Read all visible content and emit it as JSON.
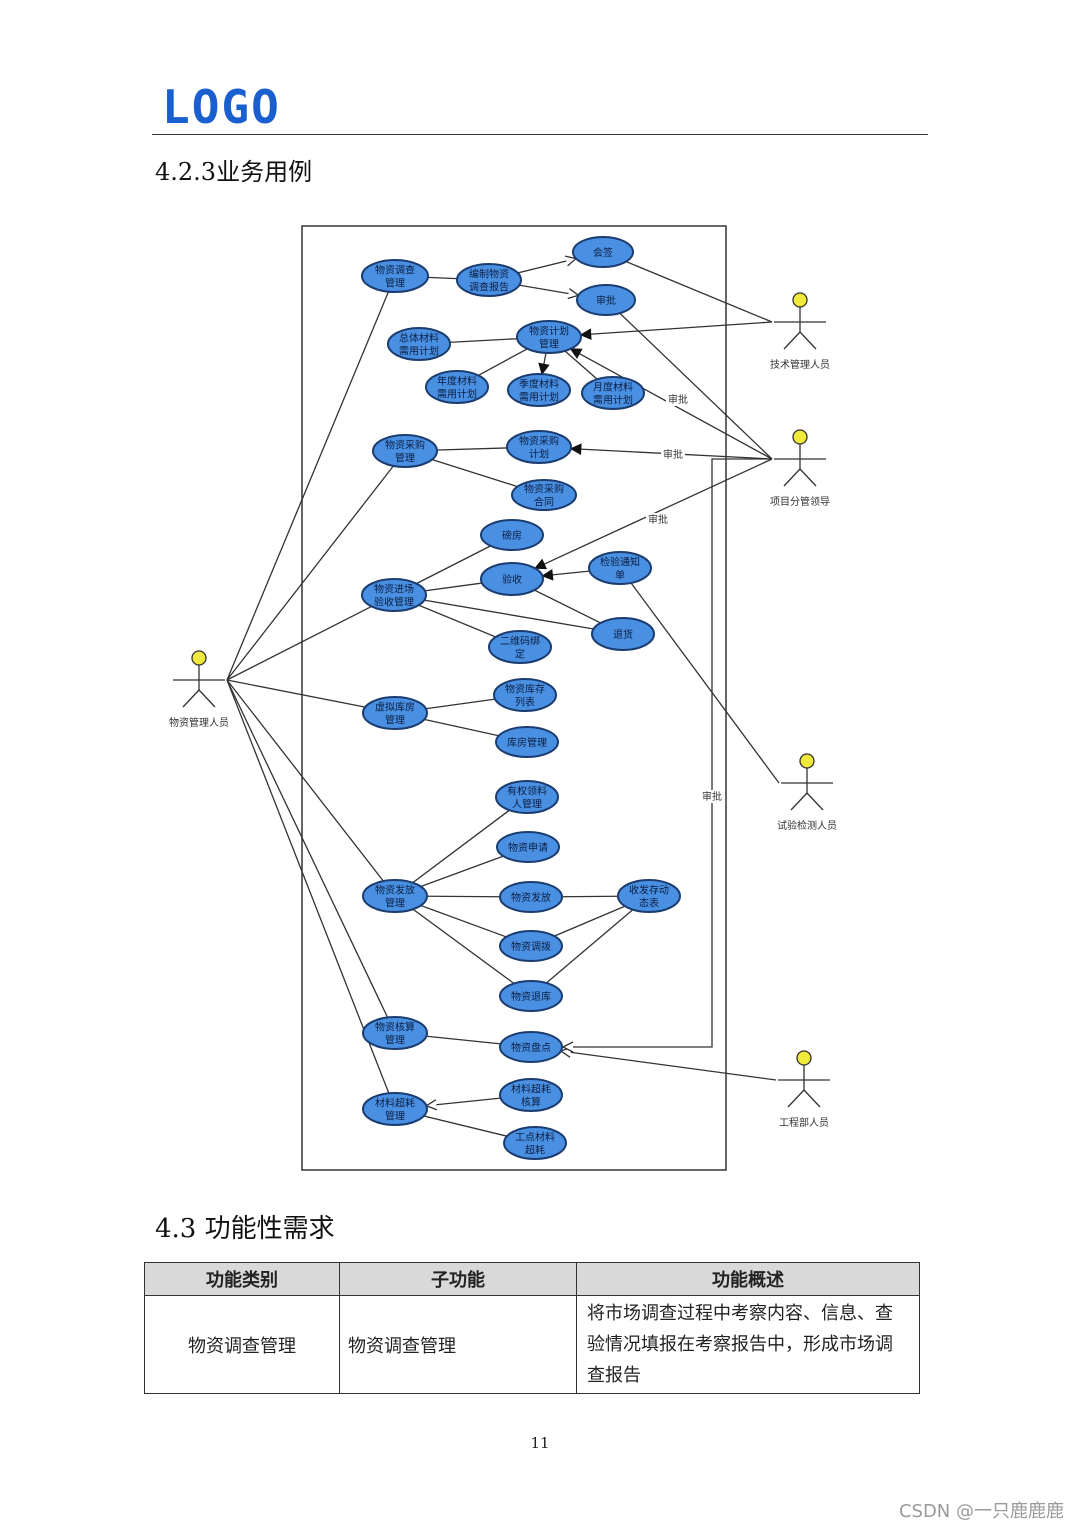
{
  "header": {
    "logo_text": "LOGO"
  },
  "section_usecase": {
    "heading": "4.2.3业务用例"
  },
  "diagram": {
    "actors": [
      {
        "id": "wz",
        "label": "物资管理人员"
      },
      {
        "id": "js",
        "label": "技术管理人员"
      },
      {
        "id": "xm",
        "label": "项目分管领导"
      },
      {
        "id": "sy",
        "label": "试验检测人员"
      },
      {
        "id": "gc",
        "label": "工程部人员"
      }
    ],
    "usecases": [
      {
        "id": "dc",
        "lines": [
          "物资调查",
          "管理"
        ]
      },
      {
        "id": "bz",
        "lines": [
          "编制物资",
          "调查报告"
        ]
      },
      {
        "id": "hq",
        "lines": [
          "会签"
        ]
      },
      {
        "id": "sp1",
        "lines": [
          "审批"
        ]
      },
      {
        "id": "jh",
        "lines": [
          "物资计划",
          "管理"
        ]
      },
      {
        "id": "zt",
        "lines": [
          "总体材料",
          "需用计划"
        ]
      },
      {
        "id": "nd",
        "lines": [
          "年度材料",
          "需用计划"
        ]
      },
      {
        "id": "jd",
        "lines": [
          "季度材料",
          "需用计划"
        ]
      },
      {
        "id": "yd",
        "lines": [
          "月度材料",
          "需用计划"
        ]
      },
      {
        "id": "cgm",
        "lines": [
          "物资采购",
          "管理"
        ]
      },
      {
        "id": "cgj",
        "lines": [
          "物资采购",
          "计划"
        ]
      },
      {
        "id": "cgh",
        "lines": [
          "物资采购",
          "合同"
        ]
      },
      {
        "id": "bf",
        "lines": [
          "磅房"
        ]
      },
      {
        "id": "jc",
        "lines": [
          "物资进场",
          "验收管理"
        ]
      },
      {
        "id": "ys",
        "lines": [
          "验收"
        ]
      },
      {
        "id": "jy",
        "lines": [
          "检验通知",
          "单"
        ]
      },
      {
        "id": "th",
        "lines": [
          "退货"
        ]
      },
      {
        "id": "ewm",
        "lines": [
          "二维码绑",
          "定"
        ]
      },
      {
        "id": "xn",
        "lines": [
          "虚拟库房",
          "管理"
        ]
      },
      {
        "id": "kc",
        "lines": [
          "物资库存",
          "列表"
        ]
      },
      {
        "id": "kf",
        "lines": [
          "库房管理"
        ]
      },
      {
        "id": "yq",
        "lines": [
          "有权领料",
          "人管理"
        ]
      },
      {
        "id": "sq",
        "lines": [
          "物资申请"
        ]
      },
      {
        "id": "ff",
        "lines": [
          "物资发放",
          "管理"
        ]
      },
      {
        "id": "fa",
        "lines": [
          "物资发放"
        ]
      },
      {
        "id": "sf",
        "lines": [
          "收发存动",
          "态表"
        ]
      },
      {
        "id": "db",
        "lines": [
          "物资调拨"
        ]
      },
      {
        "id": "tk",
        "lines": [
          "物资退库"
        ]
      },
      {
        "id": "hs",
        "lines": [
          "物资核算",
          "管理"
        ]
      },
      {
        "id": "pd",
        "lines": [
          "物资盘点"
        ]
      },
      {
        "id": "cc",
        "lines": [
          "材料超耗",
          "核算"
        ]
      },
      {
        "id": "cm",
        "lines": [
          "材料超耗",
          "管理"
        ]
      },
      {
        "id": "gd",
        "lines": [
          "工点材料",
          "超耗"
        ]
      }
    ],
    "edge_labels": [
      "审批",
      "审批",
      "审批",
      "审批"
    ]
  },
  "section_func": {
    "heading": "4.3 功能性需求"
  },
  "table": {
    "headers": [
      "功能类别",
      "子功能",
      "功能概述"
    ],
    "rows": [
      {
        "category": "物资调查管理",
        "sub": "物资调查管理",
        "desc": "将市场调查过程中考察内容、信息、查验情况填报在考察报告中，形成市场调查报告"
      }
    ]
  },
  "footer": {
    "page_number": "11"
  },
  "watermark": "CSDN @一只鹿鹿鹿"
}
